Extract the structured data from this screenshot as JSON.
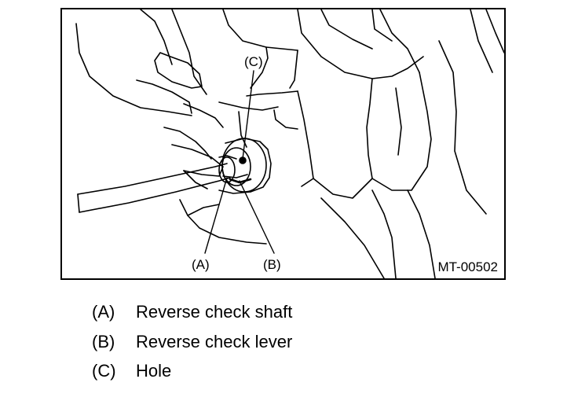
{
  "figure": {
    "code": "MT-00502",
    "callouts": {
      "a": "(A)",
      "b": "(B)",
      "c": "(C)"
    }
  },
  "legend": [
    {
      "key": "(A)",
      "text": "Reverse check shaft"
    },
    {
      "key": "(B)",
      "text": "Reverse check lever"
    },
    {
      "key": "(C)",
      "text": "Hole"
    }
  ]
}
